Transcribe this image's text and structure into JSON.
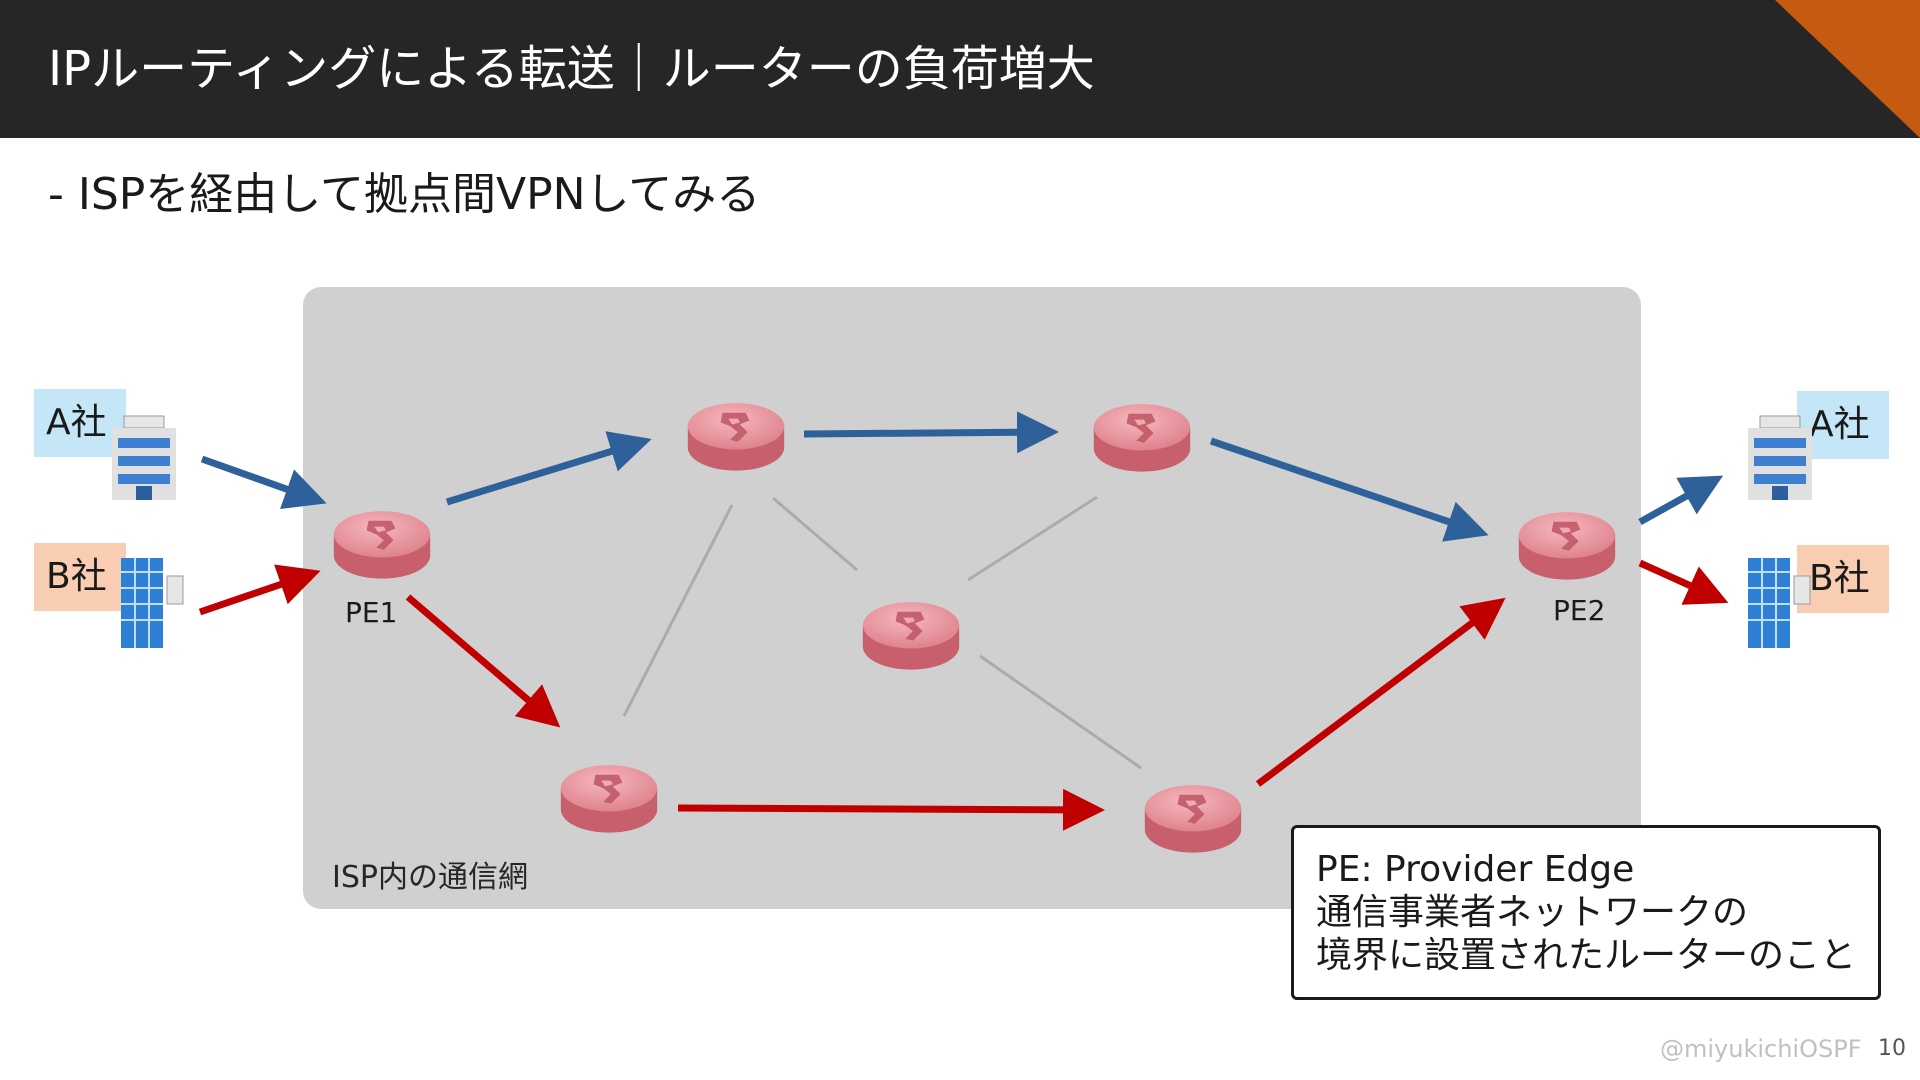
{
  "slide": {
    "title": "IPルーティングによる転送｜ルーターの負荷増大",
    "subtitle": "- ISPを経由して拠点間VPNしてみる"
  },
  "diagram": {
    "isp_label": "ISP内の通信網",
    "routers": {
      "pe1": "PE1",
      "pe2": "PE2"
    },
    "companies": {
      "left_a": "A社",
      "left_b": "B社",
      "right_a": "A社",
      "right_b": "B社"
    },
    "colors": {
      "route_a": "#2e6099",
      "route_b": "#c00000",
      "isp_area": "#d0d0d0",
      "company_a_tag": "#c5e6f6",
      "company_b_tag": "#f9cdb1",
      "router": "#e07a86"
    }
  },
  "legend": {
    "line1": "PE: Provider Edge",
    "line2": "通信事業者ネットワークの",
    "line3": "境界に設置されたルーターのこと"
  },
  "footer": {
    "handle": "@miyukichiOSPF",
    "page": "10"
  }
}
